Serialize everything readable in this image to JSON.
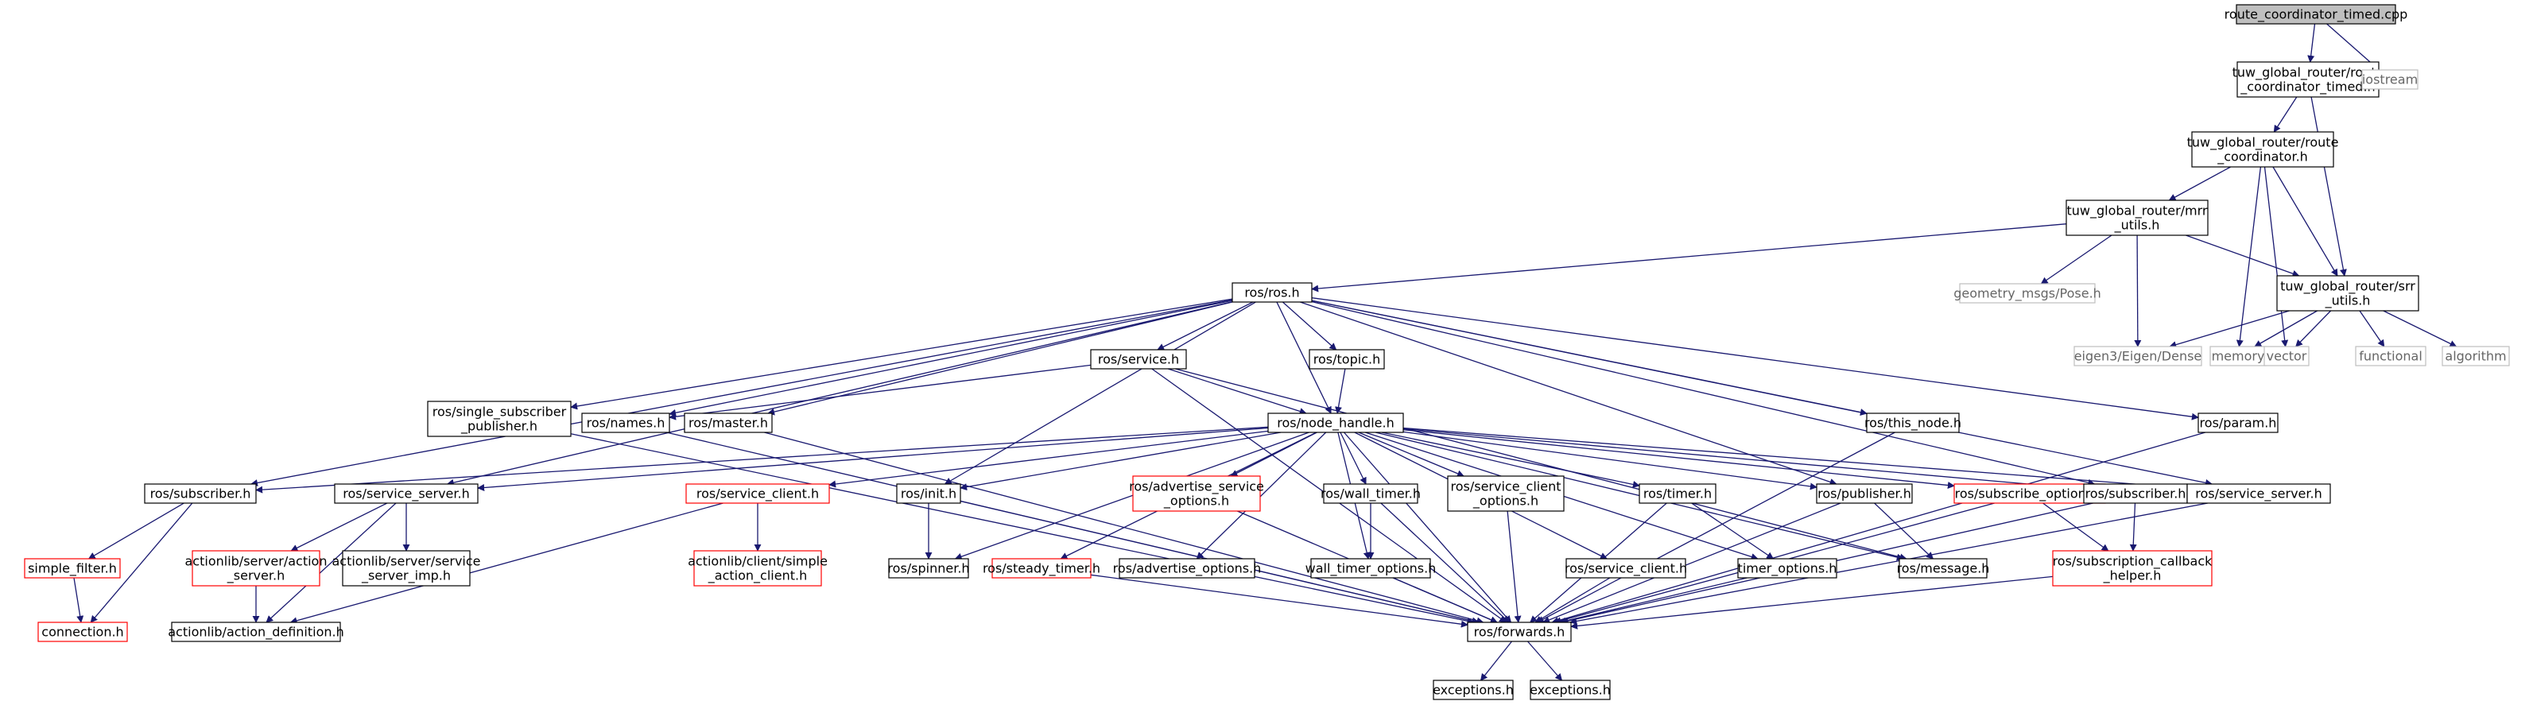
{
  "diagram": {
    "type": "include-dependency-graph",
    "colors": {
      "edge": "#191970",
      "root_fill": "#bfbfbf",
      "normal_border": "#000000",
      "missing_border": "#ff0000",
      "external_border": "#bfbfbf",
      "external_text": "#666666"
    },
    "nodes": [
      {
        "id": "root",
        "kind": "root",
        "lines": [
          "route_coordinator_timed.cpp"
        ]
      },
      {
        "id": "rct",
        "kind": "normal",
        "lines": [
          "tuw_global_router/route",
          "_coordinator_timed.h"
        ]
      },
      {
        "id": "iostream",
        "kind": "external",
        "lines": [
          "iostream"
        ]
      },
      {
        "id": "rc",
        "kind": "normal",
        "lines": [
          "tuw_global_router/route",
          "_coordinator.h"
        ]
      },
      {
        "id": "mrr",
        "kind": "normal",
        "lines": [
          "tuw_global_router/mrr",
          "_utils.h"
        ]
      },
      {
        "id": "srr",
        "kind": "normal",
        "lines": [
          "tuw_global_router/srr",
          "_utils.h"
        ]
      },
      {
        "id": "pose",
        "kind": "external",
        "lines": [
          "geometry_msgs/Pose.h"
        ]
      },
      {
        "id": "eigen",
        "kind": "external",
        "lines": [
          "eigen3/Eigen/Dense"
        ]
      },
      {
        "id": "memory",
        "kind": "external",
        "lines": [
          "memory"
        ]
      },
      {
        "id": "vector",
        "kind": "external",
        "lines": [
          "vector"
        ]
      },
      {
        "id": "functional",
        "kind": "external",
        "lines": [
          "functional"
        ]
      },
      {
        "id": "algorithm",
        "kind": "external",
        "lines": [
          "algorithm"
        ]
      },
      {
        "id": "ros",
        "kind": "normal",
        "lines": [
          "ros/ros.h"
        ]
      },
      {
        "id": "service",
        "kind": "normal",
        "lines": [
          "ros/service.h"
        ]
      },
      {
        "id": "topic",
        "kind": "normal",
        "lines": [
          "ros/topic.h"
        ]
      },
      {
        "id": "ssp",
        "kind": "normal",
        "lines": [
          "ros/single_subscriber",
          "_publisher.h"
        ]
      },
      {
        "id": "names",
        "kind": "normal",
        "lines": [
          "ros/names.h"
        ]
      },
      {
        "id": "master",
        "kind": "normal",
        "lines": [
          "ros/master.h"
        ]
      },
      {
        "id": "nodehandle",
        "kind": "normal",
        "lines": [
          "ros/node_handle.h"
        ]
      },
      {
        "id": "thisnode",
        "kind": "normal",
        "lines": [
          "ros/this_node.h"
        ]
      },
      {
        "id": "param",
        "kind": "normal",
        "lines": [
          "ros/param.h"
        ]
      },
      {
        "id": "subscriber_l",
        "kind": "normal",
        "lines": [
          "ros/subscriber.h"
        ]
      },
      {
        "id": "servserver_l",
        "kind": "normal",
        "lines": [
          "ros/service_server.h"
        ]
      },
      {
        "id": "servclient_red",
        "kind": "missing",
        "lines": [
          "ros/service_client.h"
        ]
      },
      {
        "id": "init",
        "kind": "normal",
        "lines": [
          "ros/init.h"
        ]
      },
      {
        "id": "advsvc",
        "kind": "missing",
        "lines": [
          "ros/advertise_service",
          "_options.h"
        ]
      },
      {
        "id": "walltimer",
        "kind": "normal",
        "lines": [
          "ros/wall_timer.h"
        ]
      },
      {
        "id": "svcclientopt",
        "kind": "normal",
        "lines": [
          "ros/service_client",
          "_options.h"
        ]
      },
      {
        "id": "timer",
        "kind": "normal",
        "lines": [
          "ros/timer.h"
        ]
      },
      {
        "id": "publisher",
        "kind": "normal",
        "lines": [
          "ros/publisher.h"
        ]
      },
      {
        "id": "subopt",
        "kind": "missing",
        "lines": [
          "ros/subscribe_options.h"
        ]
      },
      {
        "id": "subscriber_r",
        "kind": "normal",
        "lines": [
          "ros/subscriber.h"
        ]
      },
      {
        "id": "servserver_r",
        "kind": "normal",
        "lines": [
          "ros/service_server.h"
        ]
      },
      {
        "id": "simplefilter",
        "kind": "missing",
        "lines": [
          "simple_filter.h"
        ]
      },
      {
        "id": "connection",
        "kind": "missing",
        "lines": [
          "connection.h"
        ]
      },
      {
        "id": "actionserver",
        "kind": "missing",
        "lines": [
          "actionlib/server/action",
          "_server.h"
        ]
      },
      {
        "id": "ssimp",
        "kind": "normal",
        "lines": [
          "actionlib/server/service",
          "_server_imp.h"
        ]
      },
      {
        "id": "actiondef",
        "kind": "normal",
        "lines": [
          "actionlib/action_definition.h"
        ]
      },
      {
        "id": "simpleaction",
        "kind": "missing",
        "lines": [
          "actionlib/client/simple",
          "_action_client.h"
        ]
      },
      {
        "id": "spinner",
        "kind": "normal",
        "lines": [
          "ros/spinner.h"
        ]
      },
      {
        "id": "steadytimer",
        "kind": "missing",
        "lines": [
          "ros/steady_timer.h"
        ]
      },
      {
        "id": "advopt",
        "kind": "normal",
        "lines": [
          "ros/advertise_options.h"
        ]
      },
      {
        "id": "walltimeropt",
        "kind": "normal",
        "lines": [
          "wall_timer_options.h"
        ]
      },
      {
        "id": "servclient_b",
        "kind": "normal",
        "lines": [
          "ros/service_client.h"
        ]
      },
      {
        "id": "timeropt",
        "kind": "normal",
        "lines": [
          "timer_options.h"
        ]
      },
      {
        "id": "message",
        "kind": "normal",
        "lines": [
          "ros/message.h"
        ]
      },
      {
        "id": "subcallback",
        "kind": "missing",
        "lines": [
          "ros/subscription_callback",
          "_helper.h"
        ]
      },
      {
        "id": "forwards",
        "kind": "normal",
        "lines": [
          "ros/forwards.h"
        ]
      },
      {
        "id": "exceptions1",
        "kind": "normal",
        "lines": [
          "exceptions.h"
        ]
      },
      {
        "id": "exceptions2",
        "kind": "normal",
        "lines": [
          "exceptions.h"
        ]
      }
    ],
    "edges": [
      [
        "root",
        "rct"
      ],
      [
        "root",
        "iostream"
      ],
      [
        "rct",
        "rc"
      ],
      [
        "rct",
        "srr"
      ],
      [
        "rc",
        "mrr"
      ],
      [
        "rc",
        "srr"
      ],
      [
        "rc",
        "memory"
      ],
      [
        "rc",
        "vector"
      ],
      [
        "mrr",
        "ros"
      ],
      [
        "mrr",
        "pose"
      ],
      [
        "mrr",
        "eigen"
      ],
      [
        "mrr",
        "srr"
      ],
      [
        "srr",
        "eigen"
      ],
      [
        "srr",
        "memory"
      ],
      [
        "srr",
        "vector"
      ],
      [
        "srr",
        "functional"
      ],
      [
        "srr",
        "algorithm"
      ],
      [
        "ros",
        "subscriber_l"
      ],
      [
        "ros",
        "servserver_l"
      ],
      [
        "ros",
        "ssp"
      ],
      [
        "ros",
        "names"
      ],
      [
        "ros",
        "master"
      ],
      [
        "ros",
        "service"
      ],
      [
        "ros",
        "init"
      ],
      [
        "ros",
        "nodehandle"
      ],
      [
        "ros",
        "topic"
      ],
      [
        "ros",
        "publisher"
      ],
      [
        "ros",
        "subscriber_r"
      ],
      [
        "ros",
        "thisnode"
      ],
      [
        "ros",
        "servserver_r"
      ],
      [
        "ros",
        "param"
      ],
      [
        "service",
        "names"
      ],
      [
        "service",
        "nodehandle"
      ],
      [
        "service",
        "forwards"
      ],
      [
        "service",
        "message"
      ],
      [
        "topic",
        "nodehandle"
      ],
      [
        "ssp",
        "forwards"
      ],
      [
        "names",
        "forwards"
      ],
      [
        "master",
        "forwards"
      ],
      [
        "thisnode",
        "forwards"
      ],
      [
        "param",
        "forwards"
      ],
      [
        "nodehandle",
        "subscriber_l"
      ],
      [
        "nodehandle",
        "servserver_l"
      ],
      [
        "nodehandle",
        "servclient_red"
      ],
      [
        "nodehandle",
        "init"
      ],
      [
        "nodehandle",
        "spinner"
      ],
      [
        "nodehandle",
        "steadytimer"
      ],
      [
        "nodehandle",
        "advopt"
      ],
      [
        "nodehandle",
        "advsvc"
      ],
      [
        "nodehandle",
        "walltimer"
      ],
      [
        "nodehandle",
        "walltimeropt"
      ],
      [
        "nodehandle",
        "svcclientopt"
      ],
      [
        "nodehandle",
        "forwards"
      ],
      [
        "nodehandle",
        "servclient_b"
      ],
      [
        "nodehandle",
        "timer"
      ],
      [
        "nodehandle",
        "timeropt"
      ],
      [
        "nodehandle",
        "publisher"
      ],
      [
        "nodehandle",
        "message"
      ],
      [
        "nodehandle",
        "subopt"
      ],
      [
        "nodehandle",
        "subscriber_r"
      ],
      [
        "nodehandle",
        "servserver_r"
      ],
      [
        "subscriber_l",
        "simplefilter"
      ],
      [
        "subscriber_l",
        "connection"
      ],
      [
        "simplefilter",
        "connection"
      ],
      [
        "servserver_l",
        "actionserver"
      ],
      [
        "servserver_l",
        "ssimp"
      ],
      [
        "servserver_l",
        "actiondef"
      ],
      [
        "actionserver",
        "actiondef"
      ],
      [
        "servclient_red",
        "simpleaction"
      ],
      [
        "servclient_red",
        "actiondef"
      ],
      [
        "init",
        "spinner"
      ],
      [
        "init",
        "forwards"
      ],
      [
        "steadytimer",
        "forwards"
      ],
      [
        "advsvc",
        "forwards"
      ],
      [
        "walltimer",
        "walltimeropt"
      ],
      [
        "walltimer",
        "forwards"
      ],
      [
        "walltimeropt",
        "forwards"
      ],
      [
        "svcclientopt",
        "forwards"
      ],
      [
        "servclient_b",
        "forwards"
      ],
      [
        "timer",
        "timeropt"
      ],
      [
        "timer",
        "forwards"
      ],
      [
        "timeropt",
        "forwards"
      ],
      [
        "publisher",
        "message"
      ],
      [
        "publisher",
        "forwards"
      ],
      [
        "subopt",
        "subcallback"
      ],
      [
        "subopt",
        "forwards"
      ],
      [
        "subscriber_r",
        "subcallback"
      ],
      [
        "subscriber_r",
        "forwards"
      ],
      [
        "subcallback",
        "forwards"
      ],
      [
        "servserver_r",
        "forwards"
      ],
      [
        "forwards",
        "exceptions1"
      ],
      [
        "forwards",
        "exceptions2"
      ]
    ]
  }
}
